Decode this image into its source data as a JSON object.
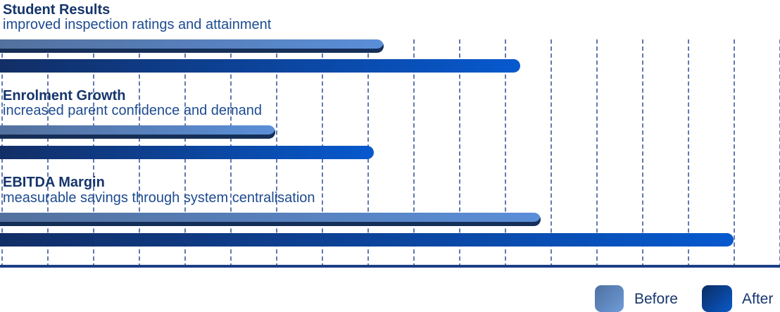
{
  "chart_data": {
    "type": "bar",
    "orientation": "horizontal",
    "title": "",
    "categories": [
      "Student Results",
      "Enrolment Growth",
      "EBITDA Margin"
    ],
    "category_subtitles": [
      "improved inspection ratings and attainment",
      "increased parent confidence and demand",
      "measurable savings through system centralisation"
    ],
    "series": [
      {
        "name": "Before",
        "values_pct_of_axis": [
          49.2,
          35.3,
          69.3
        ]
      },
      {
        "name": "After",
        "values_pct_of_axis": [
          66.7,
          47.9,
          94.0
        ]
      }
    ],
    "axis_range_pct": [
      0,
      100
    ],
    "numeric_labels_visible": false,
    "grid": {
      "style": "vertical-dashed",
      "line_count": 18
    },
    "legend_position": "bottom-right"
  },
  "sections": [
    {
      "title": "Student Results",
      "subtitle": "improved inspection ratings and attainment",
      "before_pct": 49.2,
      "after_pct": 66.7
    },
    {
      "title": "Enrolment Growth",
      "subtitle": "increased parent confidence and demand",
      "before_pct": 35.3,
      "after_pct": 47.9
    },
    {
      "title": "EBITDA Margin",
      "subtitle": "measurable savings through system centralisation",
      "before_pct": 69.3,
      "after_pct": 94.0
    }
  ],
  "legend": {
    "before_label": "Before",
    "after_label": "After"
  },
  "colors": {
    "background": "#ffffff",
    "title_text": "#15356b",
    "subtitle_text": "#1d4b8f",
    "before_bar_start": "#54719e",
    "before_bar_end": "#5a8ed8",
    "before_bar_shadow": "#16356b",
    "after_bar_start": "#122e66",
    "after_bar_end": "#0659ce",
    "legend_before_start": "#4f70a0",
    "legend_before_end": "#6f9cd9",
    "legend_after_start": "#0b2c63",
    "legend_after_end": "#0a5ac9",
    "gridline": "#4663a3",
    "axis_line": "#1c3f86",
    "legend_text": "#17366d"
  }
}
